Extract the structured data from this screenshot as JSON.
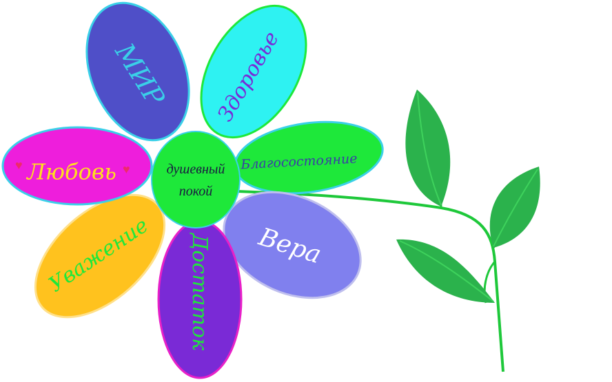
{
  "flower": {
    "center": {
      "line1": "душевный",
      "line2": "покой",
      "fill": "#1ee83a",
      "stroke": "#3ad0e8"
    },
    "petals": [
      {
        "id": "mir",
        "label": "МИР",
        "fill": "#4f4fc8",
        "stroke": "#3ad0e8",
        "text_color": "#3ad0e8"
      },
      {
        "id": "zdorovye",
        "label": "Здоровье",
        "fill": "#2ef2f2",
        "stroke": "#1ee83a",
        "text_color": "#7a2ad6"
      },
      {
        "id": "blagosostoyanie",
        "label": "Благосостояние",
        "fill": "#1ee83a",
        "stroke": "#3ad0e8",
        "text_color": "#3b3ba8"
      },
      {
        "id": "vera",
        "label": "Вера",
        "fill": "#8080ee",
        "stroke": "#bfbfee",
        "text_color": "#ffffff"
      },
      {
        "id": "dostatok",
        "label": "Достаток",
        "fill": "#7a2ad6",
        "stroke": "#e820c8",
        "text_color": "#1ee83a"
      },
      {
        "id": "uvazhenie",
        "label": "Уважение",
        "fill": "#ffc21e",
        "stroke": "#ffe08a",
        "text_color": "#1ee83a"
      },
      {
        "id": "lyubov",
        "label": "Любовь",
        "fill": "#ee1edc",
        "stroke": "#3ad0e8",
        "text_color": "#ffe01e"
      }
    ],
    "heart_color": "#ee2a6a",
    "leaf_color": "#2bb24c",
    "leaf_light": "#3ed25c",
    "stem_color": "#1ec83a"
  }
}
